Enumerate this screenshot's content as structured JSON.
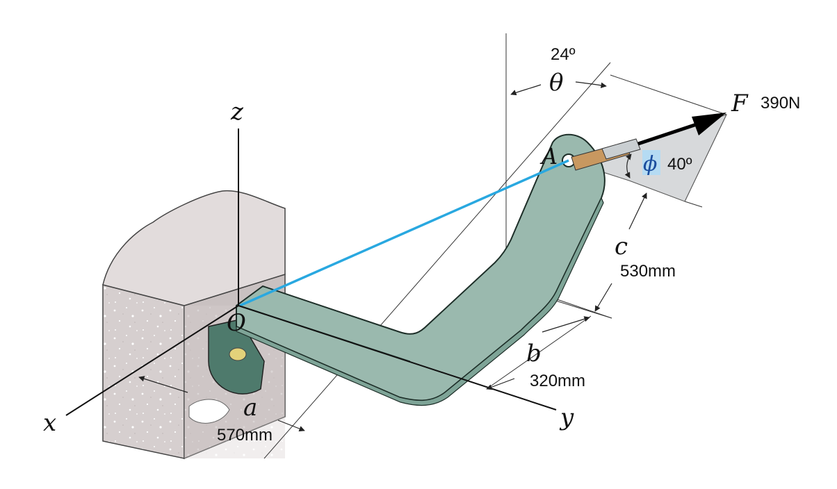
{
  "labels": {
    "z_axis": "z",
    "x_axis": "x",
    "y_axis": "y",
    "origin": "O",
    "point_a": "A",
    "force": "F",
    "theta": "θ",
    "phi": "ϕ",
    "a": "a",
    "b": "b",
    "c": "c"
  },
  "values": {
    "theta": "24º",
    "phi": "40º",
    "force": "390N",
    "a": "570mm",
    "b": "320mm",
    "c": "530mm"
  },
  "colors": {
    "bracket": "#9ab9ae",
    "bracket_dark": "#4e7a6c",
    "wall": "#d4cece",
    "position_line": "#29a8e0",
    "force_plane": "#d7d9db"
  }
}
